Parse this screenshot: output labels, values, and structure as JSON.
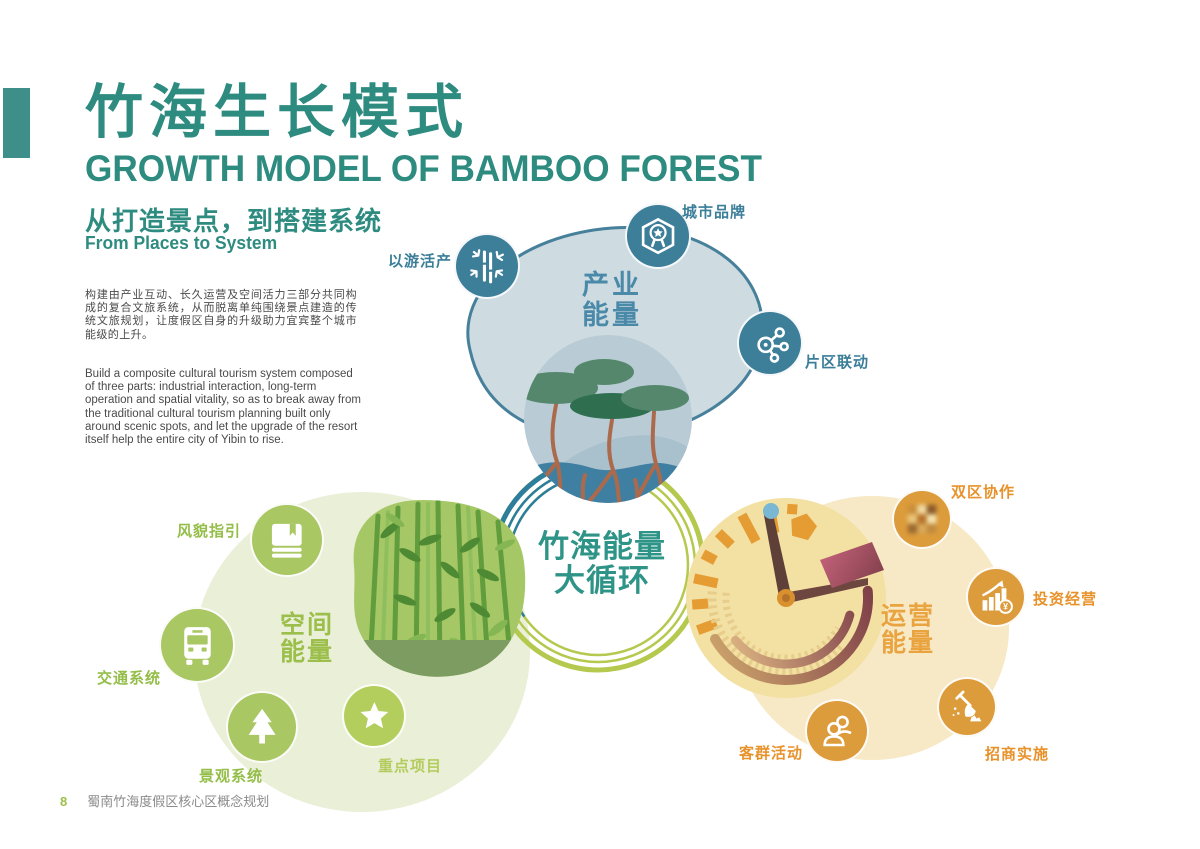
{
  "page": {
    "title_zh": "竹海生长模式",
    "title_en": "GROWTH MODEL OF BAMBOO FOREST",
    "intro": {
      "heading_zh": "从打造景点，到搭建系统",
      "heading_en": "From Places to System",
      "para_zh": "构建由产业互动、长久运营及空间活力三部分共同构成的复合文旅系统，从而脱离单纯围绕景点建造的传统文旅规划，让度假区自身的升级助力宜宾整个城市能级的上升。",
      "para_en": "Build a composite cultural tourism system composed of three parts: industrial interaction, long-term operation and spatial vitality, so as to break away from the traditional cultural tourism planning built only around scenic spots, and let the upgrade of the resort itself help the entire city of Yibin to rise."
    },
    "footer": {
      "page_number": "8",
      "doc_title": "蜀南竹海度假区核心区概念规划"
    }
  },
  "diagram": {
    "center": {
      "line1": "竹海能量",
      "line2": "大循环"
    },
    "industry": {
      "line1": "产业",
      "line2": "能量",
      "sat_tour": {
        "label": "以游活产",
        "icon": "bamboo-icon"
      },
      "sat_brand": {
        "label": "城市品牌",
        "icon": "badge-icon"
      },
      "sat_linkage": {
        "label": "片区联动",
        "icon": "network-icon"
      }
    },
    "space": {
      "line1": "空间",
      "line2": "能量",
      "sat_guide": {
        "label": "风貌指引",
        "icon": "book-icon"
      },
      "sat_traffic": {
        "label": "交通系统",
        "icon": "bus-icon"
      },
      "sat_landscape": {
        "label": "景观系统",
        "icon": "tree-icon"
      },
      "sat_projects": {
        "label": "重点项目",
        "icon": "star-icon"
      }
    },
    "operation": {
      "line1": "运营",
      "line2": "能量",
      "sat_dual": {
        "label": "双区协作",
        "icon": "blurred-icon"
      },
      "sat_invest": {
        "label": "投资经营",
        "icon": "chart-icon"
      },
      "sat_guests": {
        "label": "客群活动",
        "icon": "people-icon"
      },
      "sat_merchant": {
        "label": "招商实施",
        "icon": "shovel-icon"
      }
    },
    "colors": {
      "heading_teal": "#2E8B80",
      "node_blue": "#3D7E99",
      "node_green": "#A9C763",
      "node_orange": "#DD9C3B",
      "label_blue": "#3A7E99",
      "label_green": "#94BE49",
      "label_orange": "#E8922B",
      "ring_green": "#B5C94E",
      "ring_teal": "#2D7E9C",
      "industry_blob": "#CEDCE2",
      "space_blob": "#EAEFD8",
      "operation_blob": "#F7E9C6"
    }
  }
}
